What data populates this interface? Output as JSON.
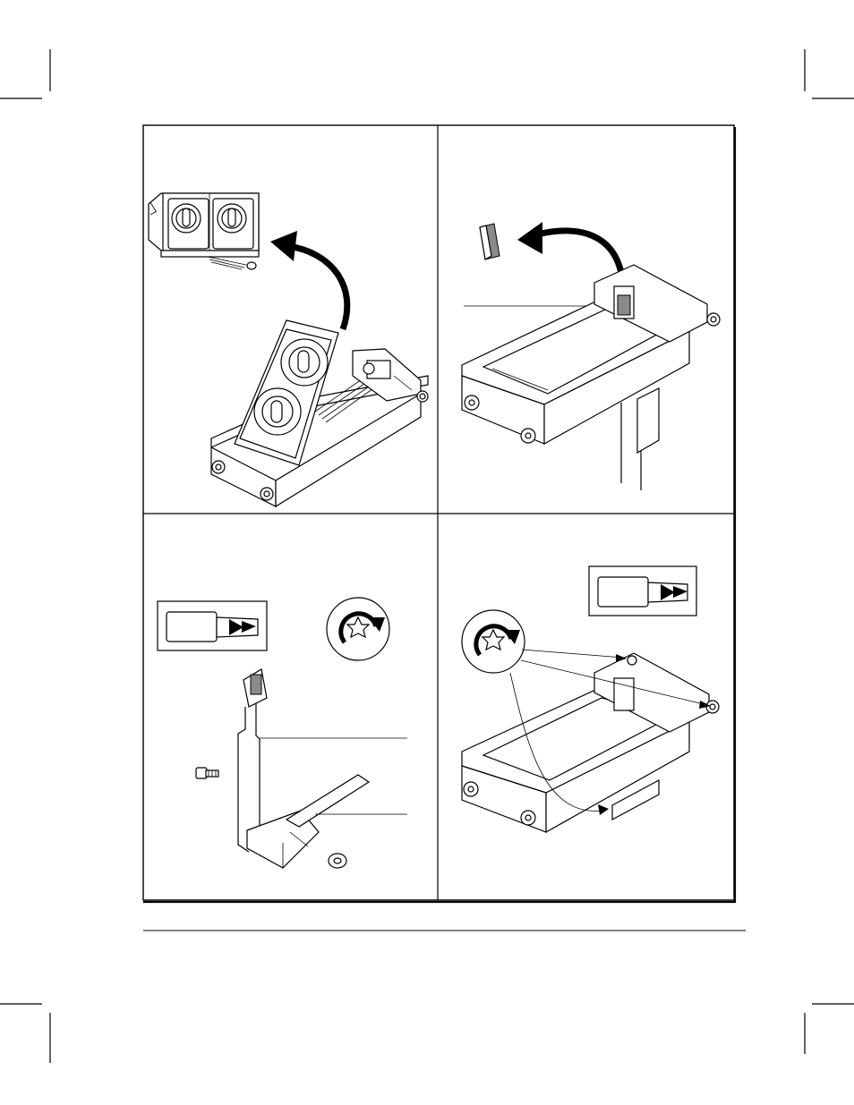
{
  "page": {
    "background": "#ffffff",
    "ink": "#000000"
  },
  "panels": [
    {
      "id": "panel-1",
      "depicts": [
        "cartridge-carriage-tilted",
        "print-cartridge-pair",
        "curved-removal-arrow",
        "flex-cable"
      ]
    },
    {
      "id": "panel-2",
      "depicts": [
        "carriage-base",
        "connector-block",
        "curved-removal-arrow",
        "callout-line"
      ]
    },
    {
      "id": "panel-3",
      "depicts": [
        "torx-bit",
        "rotation-icon",
        "flex-circuit-bracket",
        "screw",
        "washer",
        "callout-lines"
      ]
    },
    {
      "id": "panel-4",
      "depicts": [
        "torx-bit",
        "rotation-icon",
        "carriage-base",
        "screw-location-arrows"
      ]
    }
  ],
  "icons": [
    "torx-bit-icon",
    "rotate-clockwise-icon",
    "curved-arrow-icon"
  ]
}
